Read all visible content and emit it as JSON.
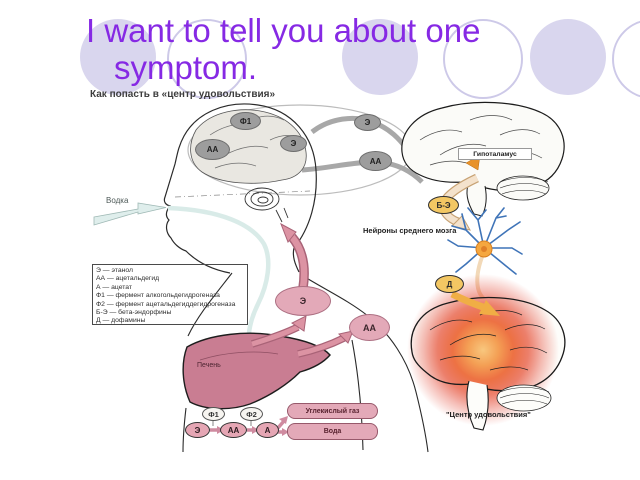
{
  "slide": {
    "title": {
      "line1": "I want to tell you about one",
      "line2": "symptom."
    },
    "colors": {
      "title_text": "#8629e4",
      "bubble_fill": "#d9d6ee",
      "bubble_outline": "#cdc9e8",
      "pink": "#e3a9b8",
      "liver": "#c97d92",
      "yellow_badge": "#f3c763",
      "glow_red": "#e23c28",
      "neuron_blue": "#3f74b8"
    }
  },
  "diagram": {
    "heading": "Как попасть в «центр удовольствия»",
    "labels": {
      "vodka": "Водка",
      "hypothalamus": "Гипоталамус",
      "midbrain_neurons": "Нейроны среднего мозга",
      "liver": "Печень",
      "carbon_dioxide": "Углекислый газ",
      "water": "Вода",
      "pleasure_center": "\"Центр удовольствия\""
    },
    "badges": {
      "enzyme1_head": "Ф1",
      "acetaldehyde_head": "АА",
      "ethanol_head": "Э",
      "ethanol_link": "Э",
      "acetaldehyde_link": "АА",
      "beta_endorphin": "Б-Э",
      "dopamine": "Д",
      "ethanol_body": "Э",
      "acetaldehyde_body": "АА",
      "ethanol_chain": "Э",
      "acetaldehyde_chain": "АА",
      "acetate_chain": "А",
      "enzyme1_chain": "Ф1",
      "enzyme2_chain": "Ф2"
    },
    "legend": [
      "Э — этанол",
      "АА — ацетальдегид",
      "А — ацетат",
      "Ф1 — фермент алкогольдегидрогеназа",
      "Ф2 — фермент ацетальдегиддегидрогеназа",
      "Б-Э — бета-эндорфины",
      "Д — дофамины"
    ]
  }
}
